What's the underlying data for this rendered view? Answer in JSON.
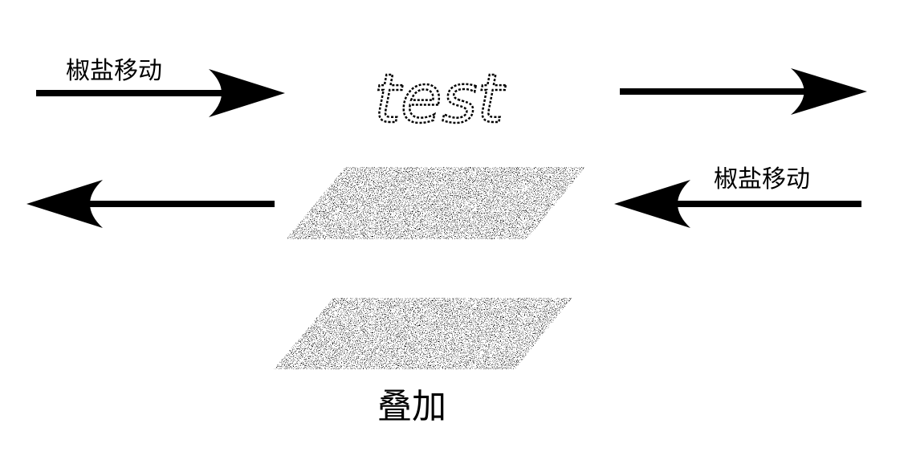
{
  "diagram": {
    "top_left_label": "椒盐移动",
    "middle_right_label": "椒盐移动",
    "bottom_label": "叠加",
    "center_word": "test",
    "colors": {
      "ink": "#000000",
      "background": "#ffffff"
    }
  }
}
